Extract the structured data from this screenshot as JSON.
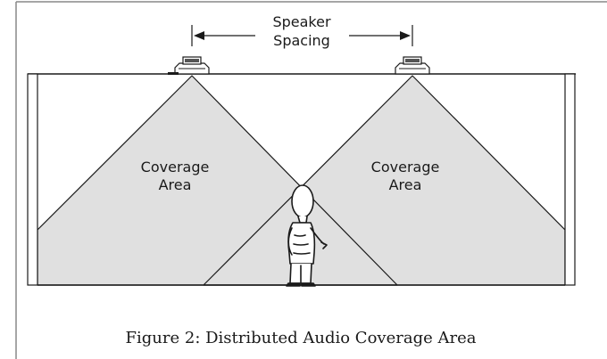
{
  "diagram": {
    "spacing_label": [
      "Speaker",
      "Spacing"
    ],
    "left_area_label": [
      "Coverage",
      "Area"
    ],
    "right_area_label": [
      "Coverage",
      "Area"
    ],
    "caption": "Figure 2: Distributed Audio Coverage Area",
    "colors": {
      "coverage_fill": "#e0e0e0",
      "line": "#1a1a1a",
      "frame": "#888888"
    }
  }
}
